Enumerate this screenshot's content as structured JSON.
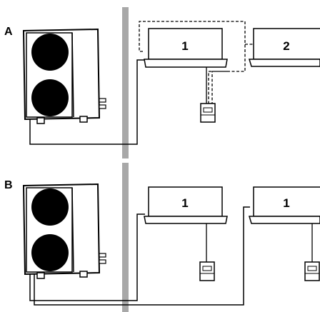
{
  "panels": [
    {
      "label": "A",
      "indoor_units": [
        "1",
        "2"
      ]
    },
    {
      "label": "B",
      "indoor_units": [
        "1",
        "1"
      ]
    }
  ]
}
